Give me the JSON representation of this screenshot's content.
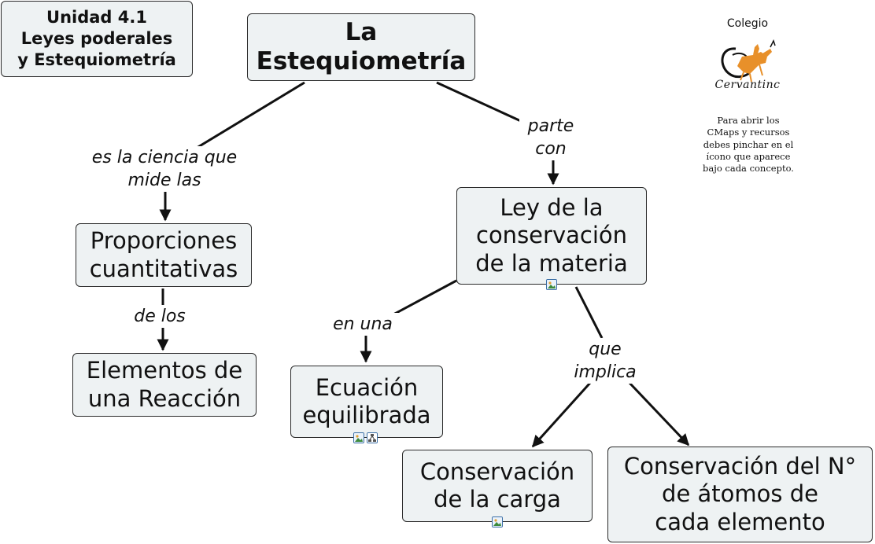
{
  "unit_box": {
    "line1": "Unidad 4.1",
    "line2": "Leyes poderales",
    "line3": "y Estequiometría"
  },
  "concepts": {
    "main": "La\nEstequiometría",
    "proporciones": "Proporciones\ncuantitativas",
    "elementos": "Elementos de\nuna Reacción",
    "ley": "Ley de la\nconservación\nde la materia",
    "ecuacion": "Ecuación\nequilibrada",
    "carga": "Conservación\nde la carga",
    "atomos": "Conservación del N°\nde átomos de\ncada elemento"
  },
  "links": {
    "ciencia": "es la ciencia que\nmide las",
    "parte": "parte\ncon",
    "de_los": "de los",
    "en_una": "en una",
    "implica": "que\nimplica"
  },
  "logo": {
    "top_text": "Colegio",
    "bottom_text": "Cervantinc",
    "accent_color": "#e8902a"
  },
  "note": "Para abrir los\nCMaps y  recursos\ndebes pinchar en el\nícono que aparece\nbajo cada concepto.",
  "colors": {
    "node_fill": "#eef2f3",
    "border": "#2b2b2b",
    "icon_blue": "#3a6ea5"
  },
  "resource_icons": [
    "image-icon",
    "cmap-icon"
  ]
}
